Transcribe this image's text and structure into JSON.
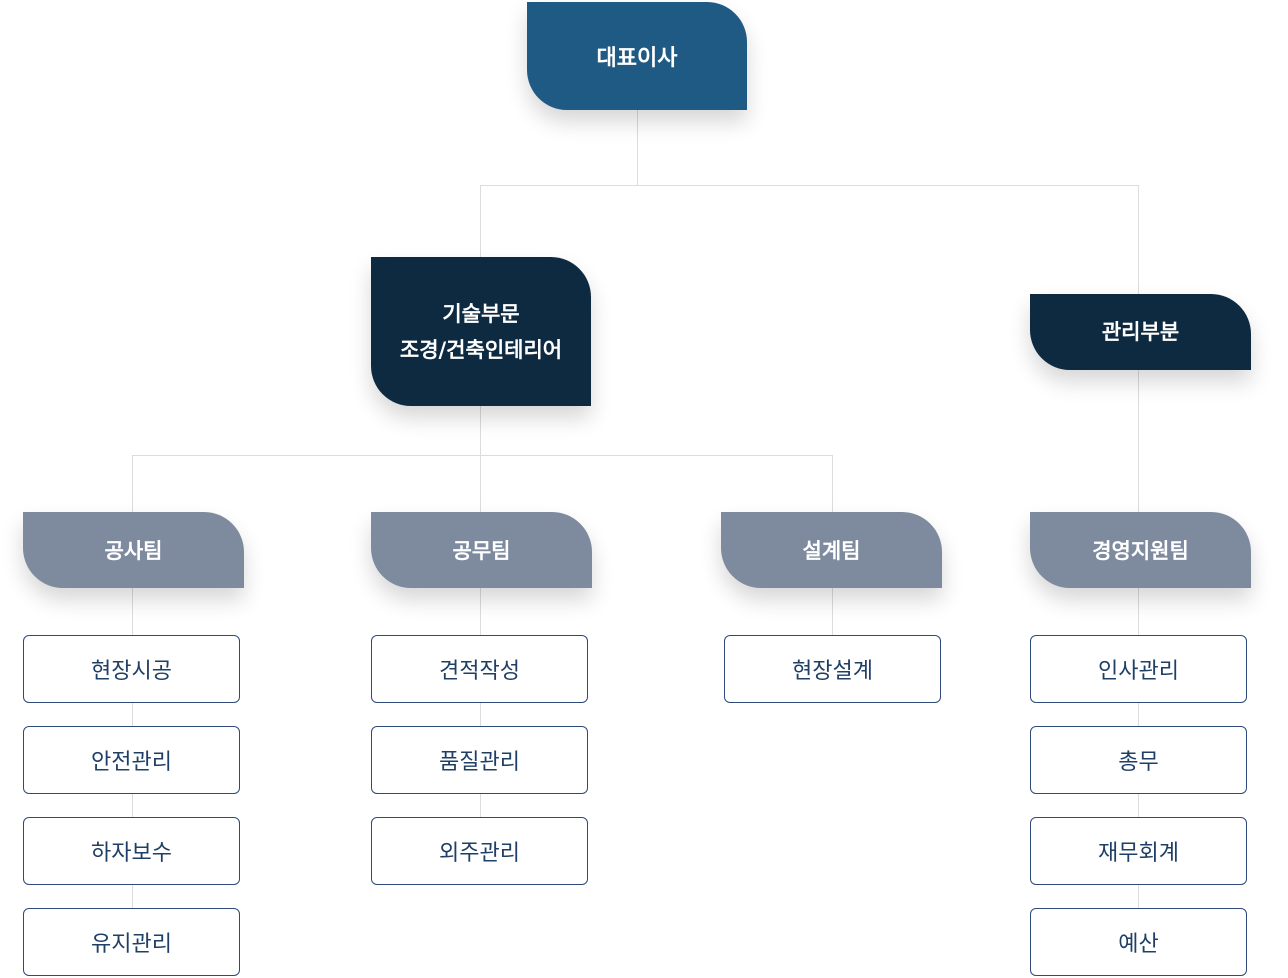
{
  "ceo": {
    "label": "대표이사"
  },
  "divisions": {
    "tech": {
      "line1": "기술부문",
      "line2": "조경/건축인테리어"
    },
    "admin": {
      "label": "관리부분"
    }
  },
  "teams": {
    "construction": {
      "label": "공사팀",
      "tasks": [
        "현장시공",
        "안전관리",
        "하자보수",
        "유지관리"
      ]
    },
    "affairs": {
      "label": "공무팀",
      "tasks": [
        "견적작성",
        "품질관리",
        "외주관리"
      ]
    },
    "design": {
      "label": "설계팀",
      "tasks": [
        "현장설계"
      ]
    },
    "support": {
      "label": "경영지원팀",
      "tasks": [
        "인사관리",
        "총무",
        "재무회계",
        "예산"
      ]
    }
  }
}
